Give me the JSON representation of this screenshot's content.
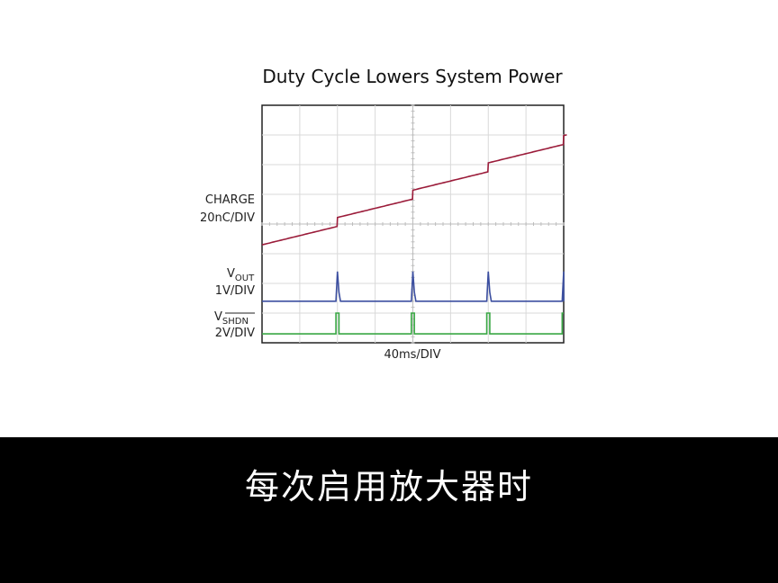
{
  "chart_data": {
    "type": "line",
    "title": "Duty Cycle Lowers System Power",
    "xlabel": "40ms/DIV",
    "grid": true,
    "x_divisions": 8,
    "y_divisions": 8,
    "x_unit": "DIV",
    "enable_pulse_times_div": [
      2.0,
      4.0,
      6.0,
      8.0
    ],
    "series": [
      {
        "key": "charge",
        "label_main": "CHARGE",
        "label_scale": "20nC/DIV",
        "color": "#9b1c3a",
        "baseline_div": 3.3,
        "slope_div_per_div": 0.31,
        "step_div": 0.3
      },
      {
        "key": "vout",
        "label_main": "V",
        "label_sub": "OUT",
        "label_scale": "1V/DIV",
        "color": "#3c4fa0",
        "baseline_div": 1.4,
        "spike_height_div": 1.0
      },
      {
        "key": "vshdn",
        "label_main": "V",
        "label_sub": "SHDN",
        "label_scale": "2V/DIV",
        "color": "#3aa845",
        "baseline_div": 0.3,
        "pulse_height_div": 0.7,
        "pulse_width_div": 0.08
      }
    ]
  },
  "subtitle": "每次启用放大器时"
}
